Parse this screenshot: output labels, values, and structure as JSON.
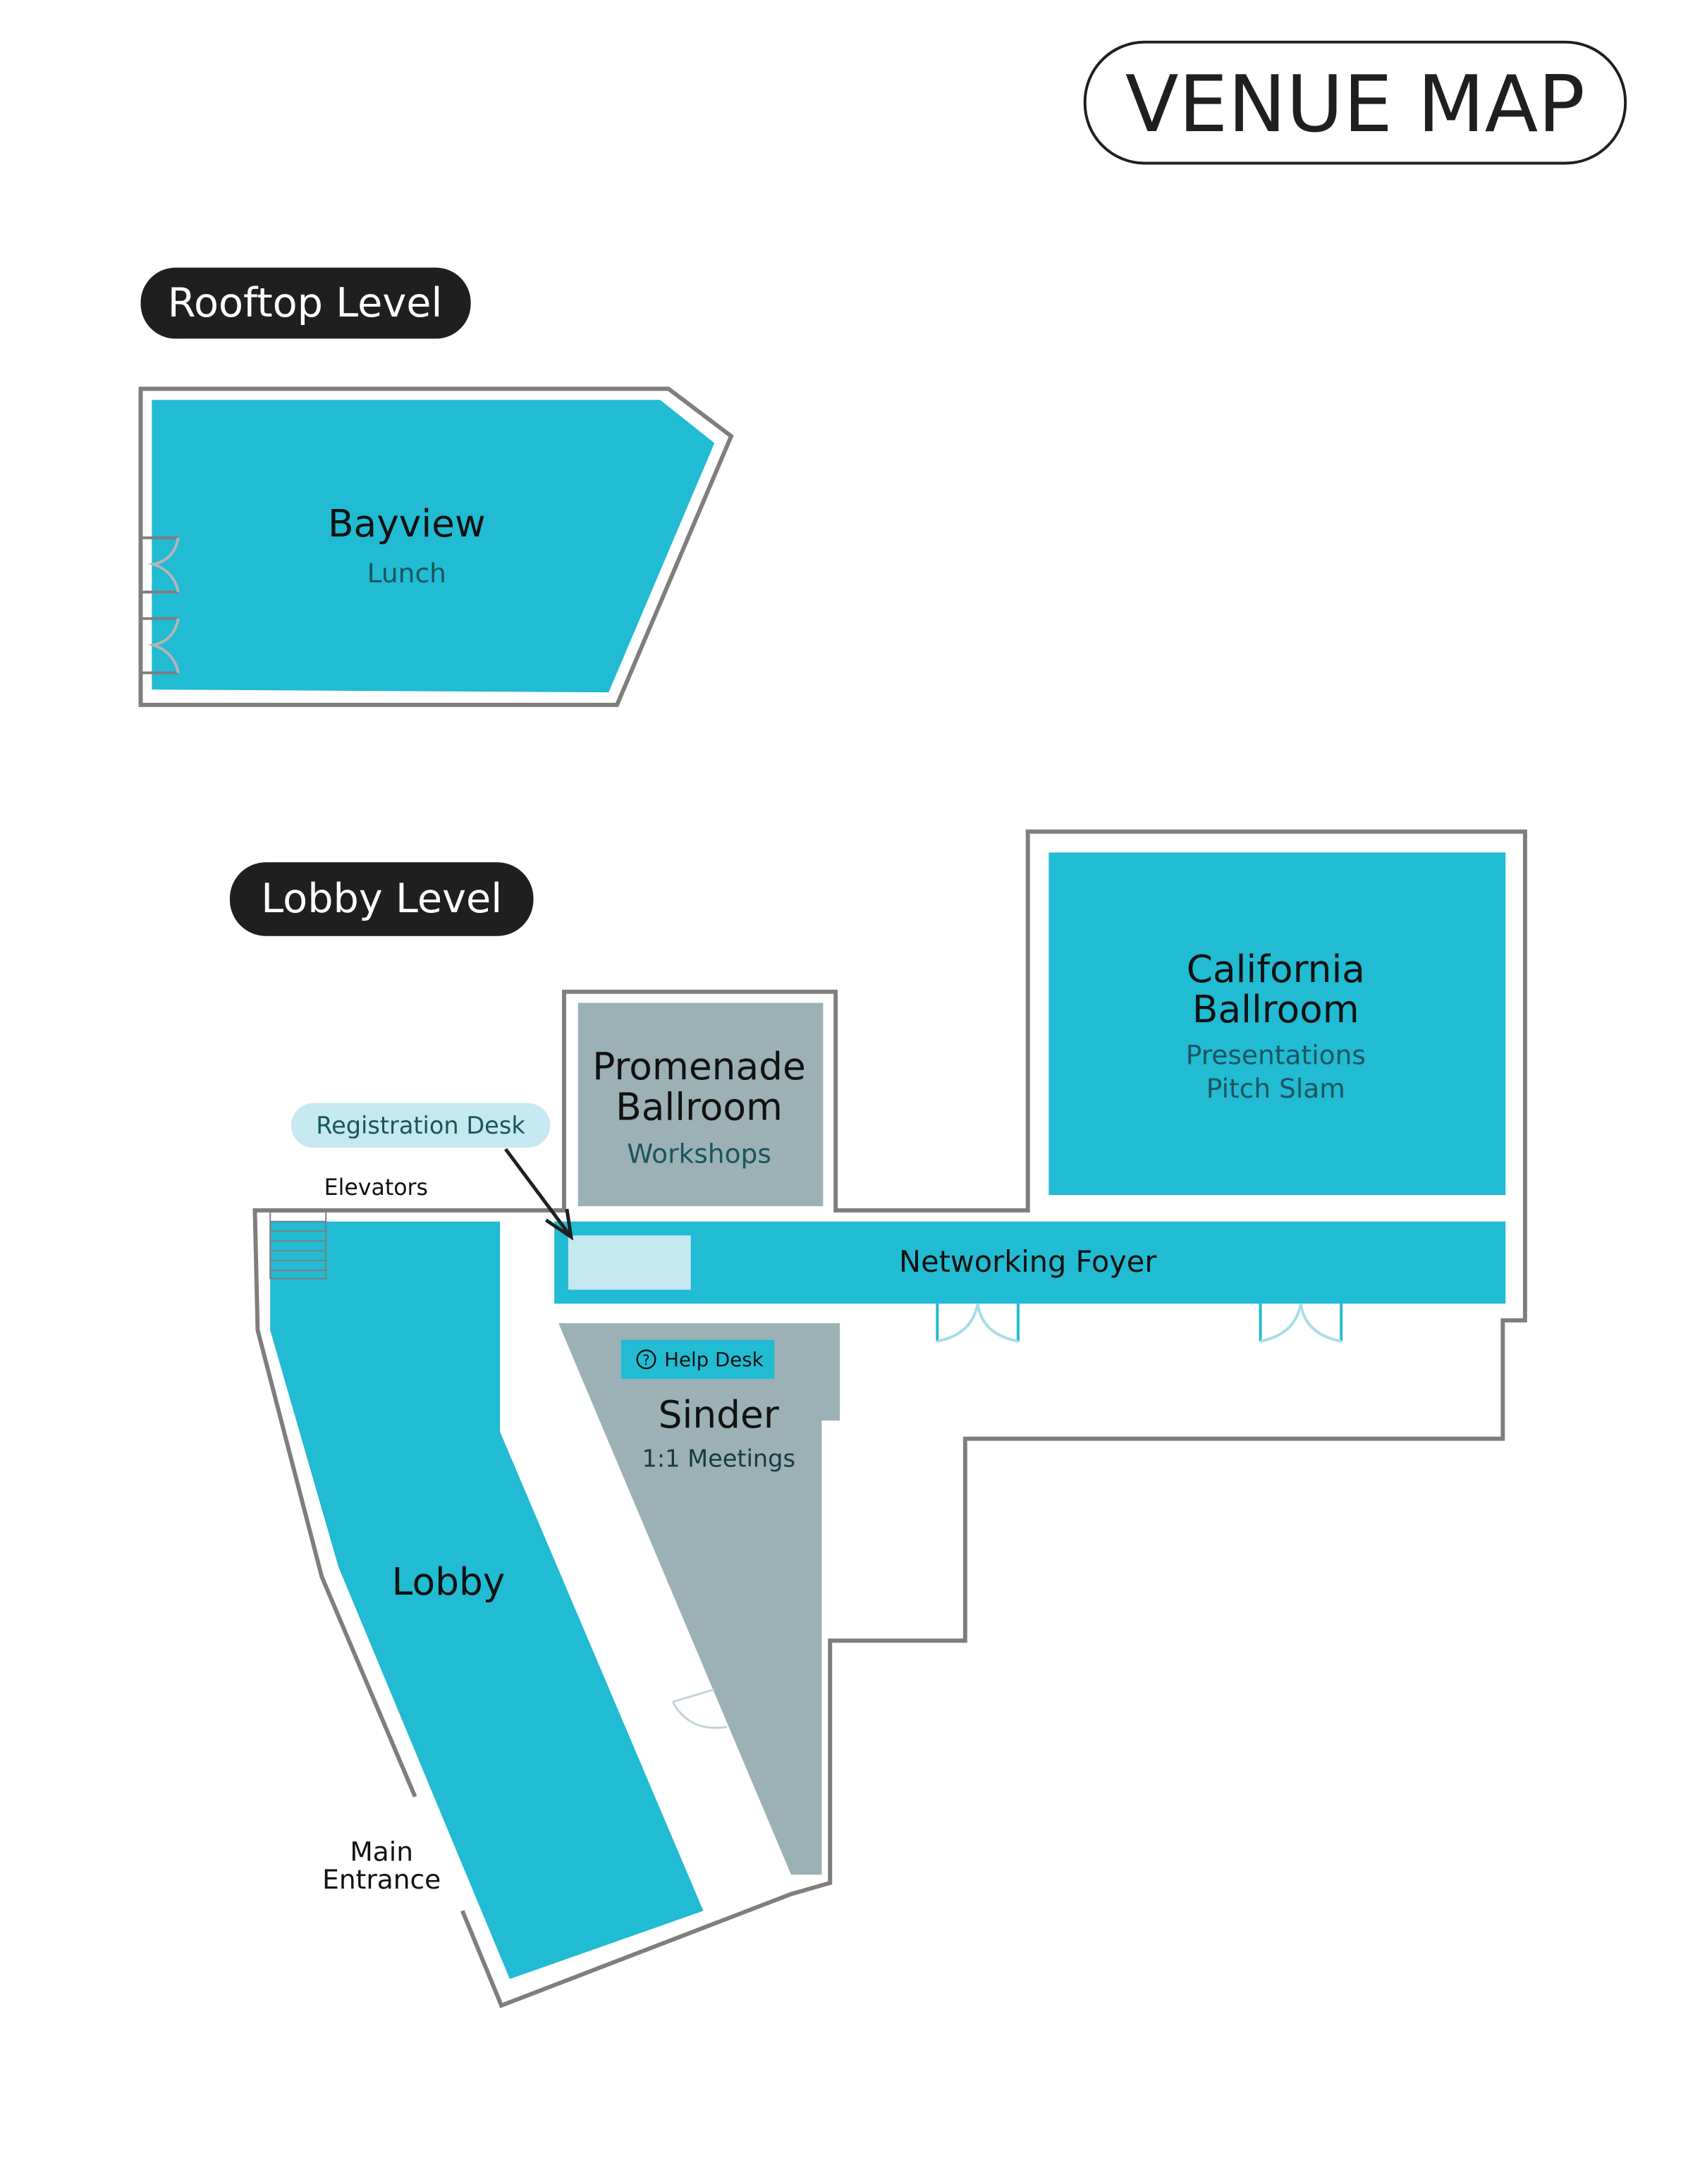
{
  "title": "VENUE MAP",
  "colors": {
    "room": "#21bbd3",
    "room_secondary": "#9bb1b5",
    "highlight": "#c5e8f1",
    "wall": "#807d7d",
    "label_dark": "#1f1f1f"
  },
  "rooftop": {
    "level_label": "Rooftop Level",
    "rooms": [
      {
        "name": "Bayview",
        "use": "Lunch"
      }
    ]
  },
  "lobby": {
    "level_label": "Lobby Level",
    "california": {
      "name_line1": "California",
      "name_line2": "Ballroom",
      "use_line1": "Presentations",
      "use_line2": "Pitch Slam"
    },
    "promenade": {
      "name_line1": "Promenade",
      "name_line2": "Ballroom",
      "use": "Workshops"
    },
    "foyer": {
      "name": "Networking Foyer"
    },
    "registration": {
      "label": "Registration Desk"
    },
    "elevators": {
      "label": "Elevators"
    },
    "sinder": {
      "name": "Sinder",
      "use": "1:1 Meetings",
      "help_desk": "Help Desk",
      "help_icon": "?"
    },
    "lobby": {
      "name": "Lobby"
    },
    "entrance": {
      "line1": "Main",
      "line2": "Entrance"
    }
  }
}
